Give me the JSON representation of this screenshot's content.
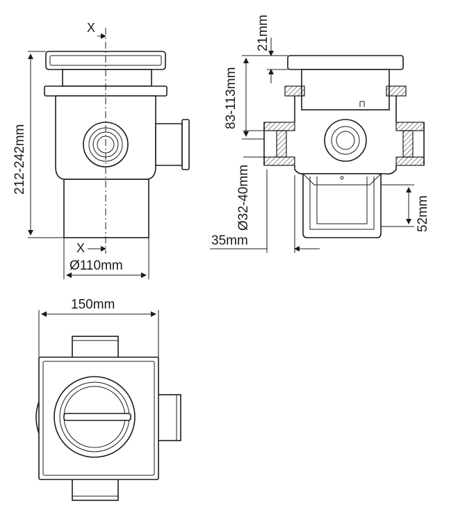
{
  "front_view": {
    "section_mark_top": "X",
    "section_mark_bottom": "X",
    "height_label": "212-242mm",
    "diameter_label": "Ø110mm"
  },
  "section_view": {
    "top_label": "21mm",
    "depth_label": "83-113mm",
    "inlet_label": "Ø32-40mm",
    "offset_label": "35mm",
    "trap_label": "52mm"
  },
  "plan_view": {
    "width_label": "150mm"
  }
}
